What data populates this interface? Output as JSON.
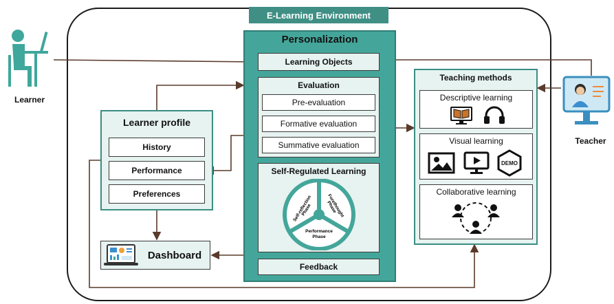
{
  "env_title": "E-Learning Environment",
  "personalization": {
    "title": "Personalization",
    "learning_objects": "Learning Objects",
    "evaluation": {
      "title": "Evaluation",
      "items": [
        "Pre-evaluation",
        "Formative evaluation",
        "Summative evaluation"
      ]
    },
    "srl": {
      "title": "Self-Regulated Learning",
      "phases": [
        "Self-reflection Phase",
        "Forethought Phase",
        "Performance Phase"
      ]
    },
    "feedback": "Feedback"
  },
  "learner_profile": {
    "title": "Learner profile",
    "items": [
      "History",
      "Performance",
      "Preferences"
    ]
  },
  "dashboard": {
    "label": "Dashboard"
  },
  "teaching_methods": {
    "title": "Teaching methods",
    "descriptive": "Descriptive learning",
    "visual": "Visual learning",
    "demo_badge": "DEMO",
    "collaborative": "Collaborative learning"
  },
  "actors": {
    "learner": "Learner",
    "teacher": "Teacher"
  },
  "colors": {
    "teal": "#44a69a",
    "teal_dark": "#2f7d74",
    "light": "#e6f3f0",
    "arrow": "#5a3a2a"
  }
}
